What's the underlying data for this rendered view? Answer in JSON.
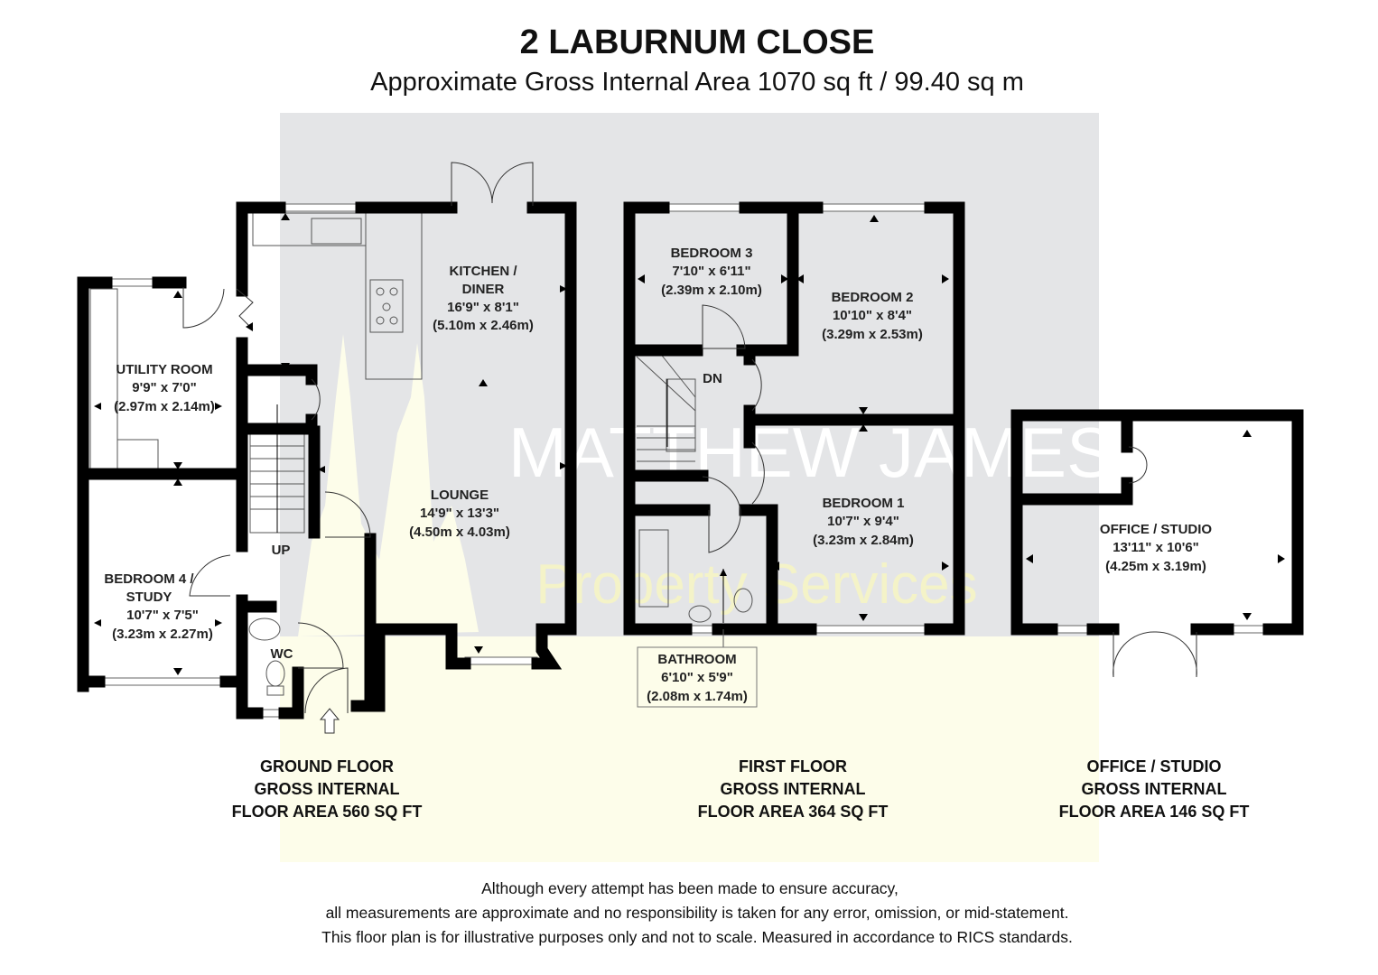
{
  "title": "2 LABURNUM CLOSE",
  "subtitle": "Approximate Gross Internal Area 1070 sq ft / 99.40 sq m",
  "watermark": {
    "line1": "MATTHEW JAMES",
    "line2": "Property Services"
  },
  "colors": {
    "shaded_area": "#e4e5e7",
    "highlight_area": "#fdfdea",
    "walls": "#000000"
  },
  "rooms": {
    "kitchen": {
      "name1": "KITCHEN /",
      "name2": "DINER",
      "imperial": "16'9\" x 8'1\"",
      "metric": "(5.10m x 2.46m)"
    },
    "utility": {
      "name": "UTILITY ROOM",
      "imperial": "9'9\" x 7'0\"",
      "metric": "(2.97m x 2.14m)"
    },
    "lounge": {
      "name": "LOUNGE",
      "imperial": "14'9\" x 13'3\"",
      "metric": "(4.50m x 4.03m)"
    },
    "bedroom4": {
      "name1": "BEDROOM 4 /",
      "name2": "STUDY",
      "imperial": "10'7\" x 7'5\"",
      "metric": "(3.23m x 2.27m)"
    },
    "wc": {
      "name": "WC"
    },
    "bedroom3": {
      "name": "BEDROOM 3",
      "imperial": "7'10\" x 6'11\"",
      "metric": "(2.39m x 2.10m)"
    },
    "bedroom2": {
      "name": "BEDROOM 2",
      "imperial": "10'10\" x 8'4\"",
      "metric": "(3.29m x 2.53m)"
    },
    "bedroom1": {
      "name": "BEDROOM 1",
      "imperial": "10'7\" x 9'4\"",
      "metric": "(3.23m x 2.84m)"
    },
    "bathroom": {
      "name": "BATHROOM",
      "imperial": "6'10\" x 5'9\"",
      "metric": "(2.08m x 1.74m)"
    },
    "office": {
      "name": "OFFICE / STUDIO",
      "imperial": "13'11\" x 10'6\"",
      "metric": "(4.25m x 3.19m)"
    }
  },
  "stairs": {
    "up": "UP",
    "down": "DN"
  },
  "floors": [
    {
      "line1": "GROUND FLOOR",
      "line2": "GROSS INTERNAL",
      "line3": "FLOOR AREA 560 SQ FT"
    },
    {
      "line1": "FIRST FLOOR",
      "line2": "GROSS INTERNAL",
      "line3": "FLOOR AREA 364 SQ FT"
    },
    {
      "line1": "OFFICE / STUDIO",
      "line2": "GROSS INTERNAL",
      "line3": "FLOOR AREA 146 SQ FT"
    }
  ],
  "disclaimer": [
    "Although every attempt has been made to ensure accuracy,",
    "all measurements are approximate and no responsibility is taken for any error, omission, or mid-statement.",
    "This floor plan is for illustrative purposes only and not to scale. Measured in accordance to RICS standards."
  ]
}
